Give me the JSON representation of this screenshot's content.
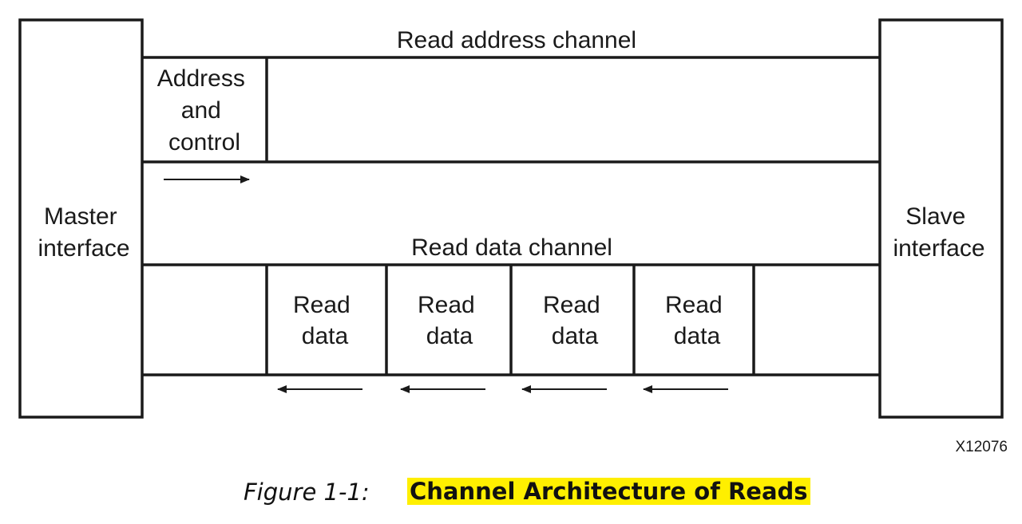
{
  "diagram": {
    "master_label": [
      "Master",
      "interface"
    ],
    "slave_label": [
      "Slave",
      "interface"
    ],
    "address_channel": {
      "label": "Read address channel",
      "payload": [
        "Address",
        "and",
        "control"
      ]
    },
    "data_channel": {
      "label": "Read data channel",
      "payloads": [
        [
          "Read",
          "data"
        ],
        [
          "Read",
          "data"
        ],
        [
          "Read",
          "data"
        ],
        [
          "Read",
          "data"
        ]
      ]
    },
    "figure_id": "X12076"
  },
  "caption": {
    "number": "Figure 1-1:",
    "title": "Channel Architecture of Reads",
    "highlight_color": "#ffef00"
  },
  "colors": {
    "stroke": "#1a1a1a",
    "text": "#1a1a1a"
  }
}
